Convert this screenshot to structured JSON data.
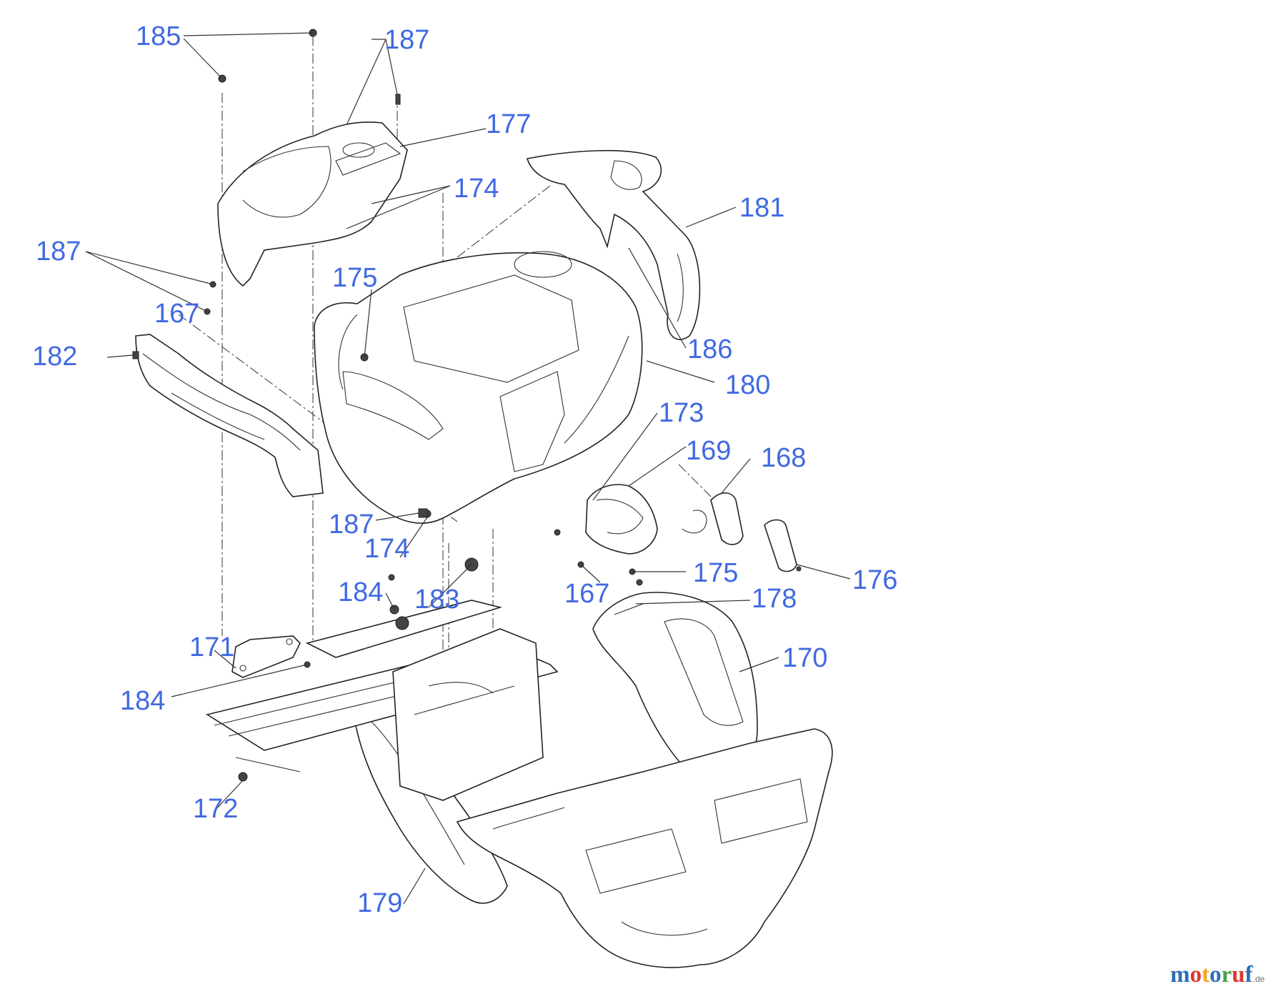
{
  "diagram": {
    "callouts": [
      {
        "id": "c185",
        "text": "185"
      },
      {
        "id": "c187a",
        "text": "187"
      },
      {
        "id": "c177",
        "text": "177"
      },
      {
        "id": "c174a",
        "text": "174"
      },
      {
        "id": "c181",
        "text": "181"
      },
      {
        "id": "c187b",
        "text": "187"
      },
      {
        "id": "c175a",
        "text": "175"
      },
      {
        "id": "c167a",
        "text": "167"
      },
      {
        "id": "c182",
        "text": "182"
      },
      {
        "id": "c186",
        "text": "186"
      },
      {
        "id": "c180",
        "text": "180"
      },
      {
        "id": "c173",
        "text": "173"
      },
      {
        "id": "c169",
        "text": "169"
      },
      {
        "id": "c168",
        "text": "168"
      },
      {
        "id": "c187c",
        "text": "187"
      },
      {
        "id": "c174b",
        "text": "174"
      },
      {
        "id": "c175b",
        "text": "175"
      },
      {
        "id": "c176",
        "text": "176"
      },
      {
        "id": "c184a",
        "text": "184"
      },
      {
        "id": "c183",
        "text": "183"
      },
      {
        "id": "c167b",
        "text": "167"
      },
      {
        "id": "c178",
        "text": "178"
      },
      {
        "id": "c171",
        "text": "171"
      },
      {
        "id": "c170",
        "text": "170"
      },
      {
        "id": "c184b",
        "text": "184"
      },
      {
        "id": "c172",
        "text": "172"
      },
      {
        "id": "c179",
        "text": "179"
      }
    ],
    "label_color": "#4169e1"
  },
  "watermark": {
    "letters": [
      {
        "ch": "m",
        "color": "#2e6fb5"
      },
      {
        "ch": "o",
        "color": "#d93a2b"
      },
      {
        "ch": "t",
        "color": "#f2a81d"
      },
      {
        "ch": "o",
        "color": "#2e6fb5"
      },
      {
        "ch": "r",
        "color": "#4aa04a"
      },
      {
        "ch": "u",
        "color": "#d93a2b"
      },
      {
        "ch": "f",
        "color": "#2e6fb5"
      }
    ],
    "suffix": ".de",
    "full": "motoruf.de"
  }
}
